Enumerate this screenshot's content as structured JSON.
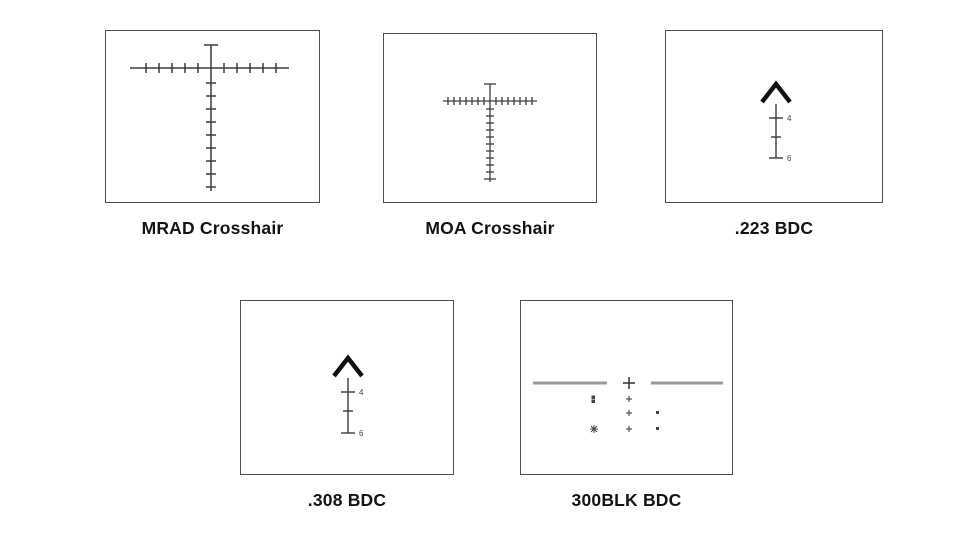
{
  "document": {
    "background": "#ffffff"
  },
  "figures": [
    {
      "label": "MRAD Crosshair",
      "reticle": "mrad-crosshair"
    },
    {
      "label": "MOA Crosshair",
      "reticle": "moa-crosshair"
    },
    {
      "label": ".223 BDC",
      "reticle": "chevron-bdc",
      "markings": {
        "upper": "4",
        "lower": "6"
      }
    },
    {
      "label": ".308 BDC",
      "reticle": "chevron-bdc",
      "markings": {
        "upper": "4",
        "lower": "6"
      }
    },
    {
      "label": "300BLK BDC",
      "reticle": "dot-bdc"
    }
  ],
  "colors": {
    "reticle_line": "#3c3c3c",
    "chevron": "#111111",
    "gray_bar": "#999999",
    "panel_border": "#4d4d4d",
    "caption_text": "#141414"
  }
}
